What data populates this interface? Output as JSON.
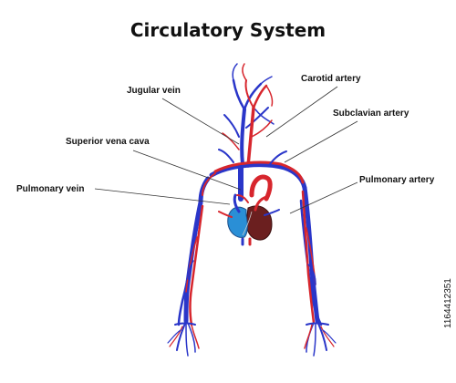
{
  "title": "Circulatory System",
  "labels": {
    "carotid_artery": "Carotid artery",
    "jugular_vein": "Jugular vein",
    "subclavian_artery": "Subclavian artery",
    "superior_vena_cava": "Superior vena cava",
    "pulmonary_vein": "Pulmonary vein",
    "pulmonary_artery": "Pulmonary artery"
  },
  "watermark_id": "1164412351",
  "colors": {
    "artery": "#d7262d",
    "vein": "#2a36c9",
    "heart_left": "#6b1f1f",
    "heart_right": "#2a8fd6"
  }
}
